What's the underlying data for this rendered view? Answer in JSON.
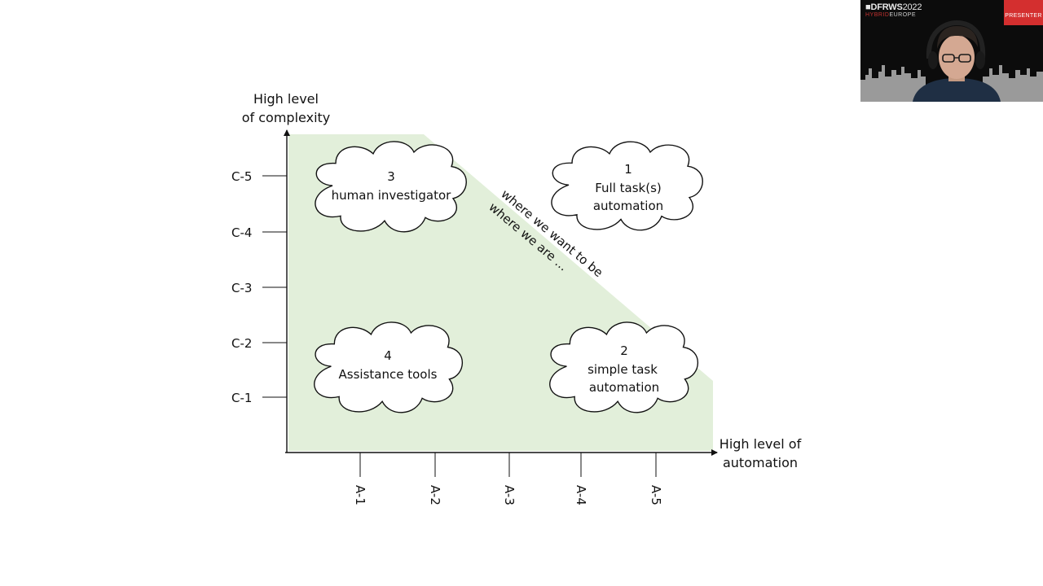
{
  "diagram": {
    "y_axis_title": [
      "High level",
      "of complexity"
    ],
    "x_axis_title": [
      "High level of",
      "automation"
    ],
    "y_ticks": [
      "C-1",
      "C-2",
      "C-3",
      "C-4",
      "C-5"
    ],
    "x_ticks": [
      "A-1",
      "A-2",
      "A-3",
      "A-4",
      "A-5"
    ],
    "clouds": [
      {
        "number": "3",
        "lines": [
          "human investigator"
        ]
      },
      {
        "number": "1",
        "lines": [
          "Full task(s)",
          "automation"
        ]
      },
      {
        "number": "4",
        "lines": [
          "Assistance tools"
        ]
      },
      {
        "number": "2",
        "lines": [
          "simple task",
          "automation"
        ]
      }
    ],
    "diagonal_labels": [
      "where we want to be",
      "where we are ..."
    ],
    "region_color": "#e2efda"
  },
  "overlay": {
    "brand": "DFRWS",
    "brand_year": "2022",
    "brand_sub_hybrid": "HYBRID",
    "brand_sub_place": "EUROPE",
    "presenter_label": "PRESENTER",
    "accent": "#d42f2f"
  }
}
